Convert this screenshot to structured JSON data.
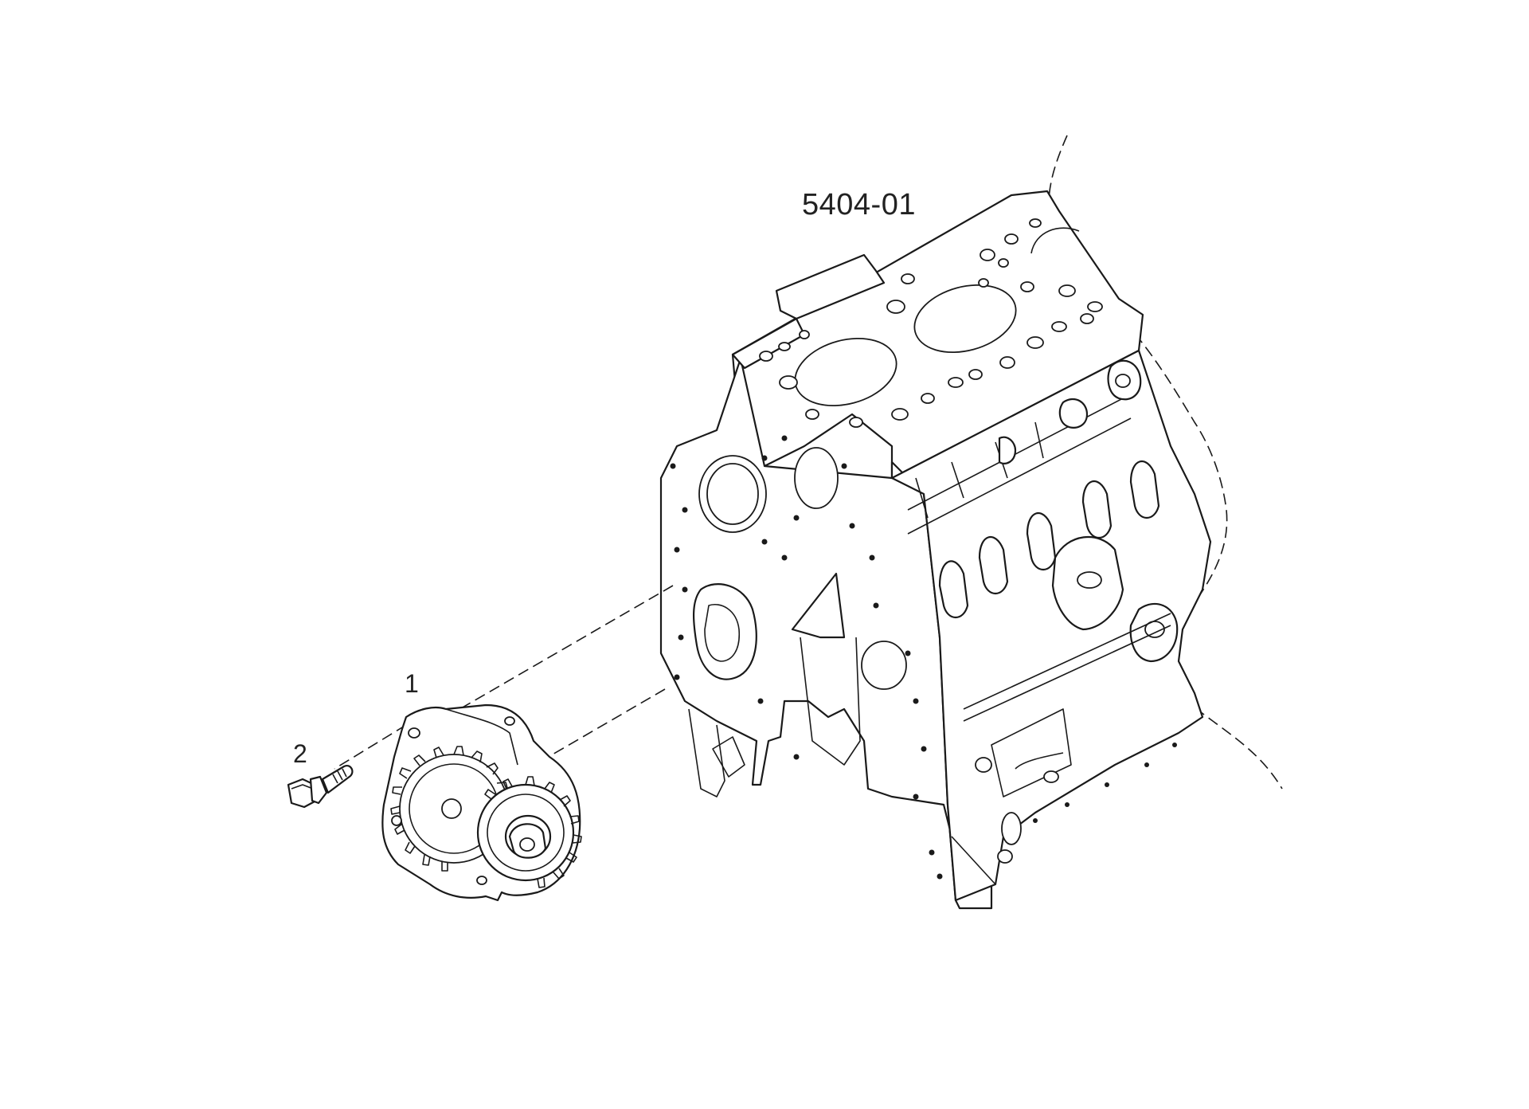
{
  "diagram": {
    "reference_number": "5404-01",
    "callouts": [
      {
        "id": "1",
        "text": "1"
      },
      {
        "id": "2",
        "text": "2"
      }
    ]
  },
  "colors": {
    "background": "#ffffff",
    "linework": "#1a1a1a"
  }
}
